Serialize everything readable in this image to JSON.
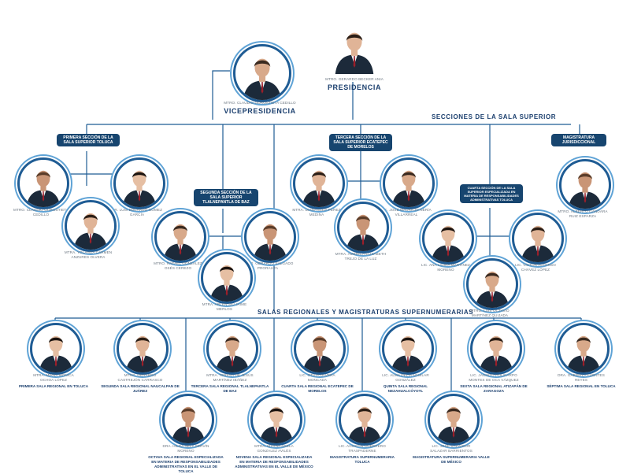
{
  "colors": {
    "navy": "#17456f",
    "line": "#1f5c94",
    "ring": "#5fa3d6",
    "suit": "#1c2a3a"
  },
  "headings": {
    "secciones": "Secciones  de la Sala Superior",
    "salas": "Salas Regionales y Magistraturas Supernumerarias"
  },
  "boxes": {
    "primera": "Primera Sección de la Sala Superior Toluca",
    "segunda": "Segunda Sección de la Sala Superior Tlalnepantla de Baz",
    "tercera": "Tercera Sección de la Sala Superior Ecatepec de Morelos",
    "cuarta": "Cuarta Sección de la Sala Superior Especializada en Materia de Responsabilidades Administrativas Toluca",
    "magistratura": "Magistratura Jurisdiccional"
  },
  "people": {
    "presidente": {
      "name": "Mtro. Gerardo Becker Ania",
      "role": "Presidencia"
    },
    "vice": {
      "name": "Mtro. Claudio Gorostieta Cedillo",
      "role": "Vicepresidencia"
    },
    "p1a": {
      "name": "Mtro. Claudio Gorostieta Cedillo"
    },
    "p1b": {
      "name": "Dr. Luis Eduardo Gómez García"
    },
    "p1c": {
      "name": "Mtra. Yolanda Carmen Anzures Olvera"
    },
    "s2a": {
      "name": "Mtro. Rafael González Osés Cerezo"
    },
    "s2b": {
      "name": "Mtro. Gerardo Salgado Prorauza"
    },
    "s2c": {
      "name": "Mtra. Arlen Siu Jaime Merlos"
    },
    "t3a": {
      "name": "Mtra. Diana Elda Pérez Medina"
    },
    "t3b": {
      "name": "Lic. José Mauricio Nería Villarreal"
    },
    "t3c": {
      "name": "Mtra. América Elizabeth Trejo de la Luz"
    },
    "c4a": {
      "name": "Lic. Ana Laura Martínez Moreno"
    },
    "c4b": {
      "name": "Lic. Víctor Alfonso Chávez López"
    },
    "c4c": {
      "name": "Mtro. Luis Octavio Martínez Quijada"
    },
    "mj": {
      "name": "Mtro. Alberto Gándara Ruiz Esparza"
    },
    "r1": {
      "name": "Mtra. Mirna Mónica Ochoa López",
      "role": "Primera Sala Regional en Toluca"
    },
    "r2": {
      "name": "Mtro. Gerardo Castrejón Carrasco",
      "role": "Segunda Sala Regional Naucalpan de Juárez"
    },
    "r3": {
      "name": "Mtra. Teresa de Jesús Martínez Ibáñez",
      "role": "Tercera Sala Regional Tlalnepantla de Baz"
    },
    "r4": {
      "name": "Lic. Otilia Olvera Moncada",
      "role": "Cuarta Sala Regional Ecatepec de Morelos"
    },
    "r5": {
      "name": "Lic. Alma Delia Aguilar González",
      "role": "Quinta Sala Regional Nezahualcóyotl"
    },
    "r6": {
      "name": "Lic. Jacinto Policarpo Montes de Oca Vázquez",
      "role": "Sexta Sala Regional Atizapán de Zaragoza"
    },
    "r7": {
      "name": "Dra. Gabriela Fuentes Reyes",
      "role": "Séptima Sala Regional en Toluca"
    },
    "r8": {
      "name": "Dra. Hilda Nely Servín Moreno",
      "role": "Octava Sala Regional Especializada en Materia de Responsabilidades Administrativas en el Valle de Toluca"
    },
    "r9": {
      "name": "Mtra. Myrna Adela Gonzalez Avilés",
      "role": "Novena Sala Regional Especializada en Materia de Responsabilidades Administrativas en el Valle de México"
    },
    "r10": {
      "name": "Lic. Agustín Guerrero Traspaderne",
      "role": "Magistratura Supernumeraria Toluca"
    },
    "r11": {
      "name": "Lic. José Salvador Salazar Barrientos",
      "role": "Magistratura Supernumeraria Valle de México"
    }
  }
}
